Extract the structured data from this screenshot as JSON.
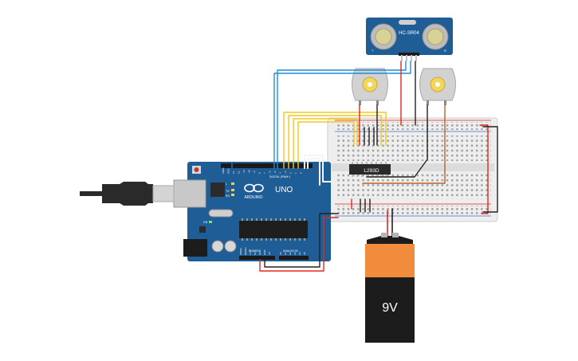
{
  "sensor": {
    "model": "HC-SR04",
    "pin_t": "T",
    "pin_r": "R"
  },
  "arduino": {
    "brand": "ARDUINO",
    "model": "UNO",
    "digital_label": "DIGITAL (PWM~)",
    "power_label": "POWER",
    "analog_label": "ANALOG IN",
    "tx": "TX",
    "rx": "RX",
    "l": "L",
    "on": "ON",
    "digital_pins": [
      "AREF",
      "GND",
      "13",
      "12",
      "~11",
      "~10",
      "~9",
      "8",
      "7",
      "~6",
      "~5",
      "4",
      "~3",
      "2",
      "1",
      "0"
    ],
    "power_pins": [
      "IOREF",
      "RESET",
      "3.3V",
      "5V",
      "GND",
      "GND",
      "Vin"
    ],
    "analog_pins": [
      "A0",
      "A1",
      "A2",
      "A3",
      "A4",
      "A5"
    ]
  },
  "driver_ic": {
    "label": "L293D"
  },
  "battery": {
    "label": "9V"
  },
  "colors": {
    "board": "#1f5d96",
    "wire_red": "#e0281e",
    "wire_black": "#222222",
    "wire_blue": "#1e8ed6",
    "wire_yellow": "#f2c81e",
    "wire_brown": "#b5652a",
    "battery_orange": "#f08c3c"
  }
}
